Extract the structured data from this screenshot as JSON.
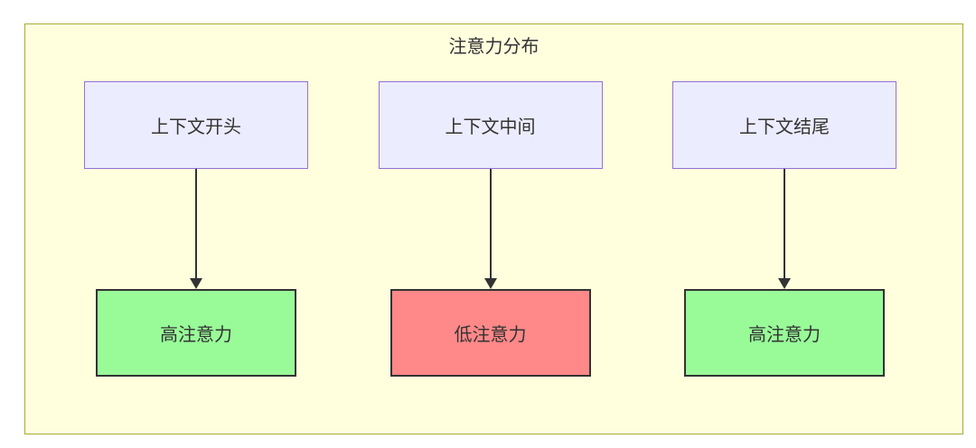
{
  "diagram": {
    "title": "注意力分布",
    "colors": {
      "container_fill": "#ffffde",
      "container_border": "#aaaa33",
      "context_node_fill": "#ECECFF",
      "context_node_border": "#9370DB",
      "high_attention_fill": "#98FB98",
      "low_attention_fill": "#FF8888",
      "attention_node_border": "#333333",
      "arrow_color": "#333333",
      "text_color": "#333333"
    },
    "columns": [
      {
        "top": {
          "label": "上下文开头"
        },
        "bottom": {
          "label": "高注意力",
          "level": "high",
          "fill": "#98FB98"
        }
      },
      {
        "top": {
          "label": "上下文中间"
        },
        "bottom": {
          "label": "低注意力",
          "level": "low",
          "fill": "#FF8888"
        }
      },
      {
        "top": {
          "label": "上下文结尾"
        },
        "bottom": {
          "label": "高注意力",
          "level": "high",
          "fill": "#98FB98"
        }
      }
    ]
  }
}
